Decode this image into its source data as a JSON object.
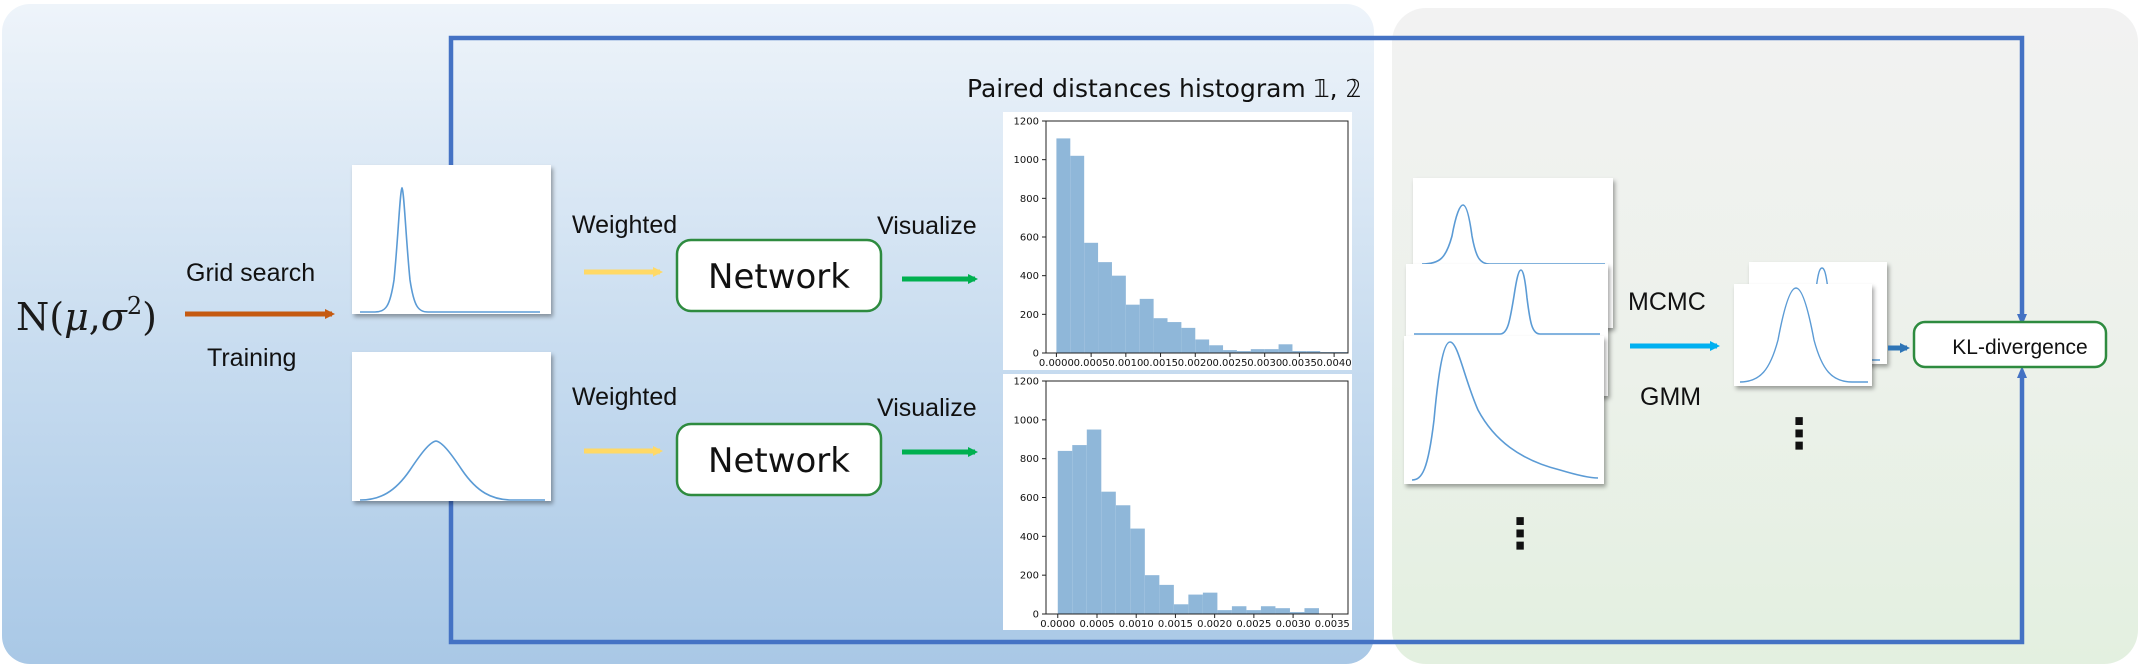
{
  "left_panel": {
    "input_distribution": "N(μ,σ²)",
    "input_parts": {
      "prefix": "N(",
      "mu": "μ",
      "comma": ",",
      "sigma": "σ",
      "exponent": "2",
      "suffix": ")"
    },
    "grid_search_label": "Grid search",
    "training_label": "Training",
    "weighted_label_1": "Weighted",
    "weighted_label_2": "Weighted",
    "network_label_1": "Network",
    "network_label_2": "Network",
    "visualize_label_1": "Visualize",
    "visualize_label_2": "Visualize",
    "histogram_title": "Paired distances histogram 𝟙, 𝟚"
  },
  "right_panel": {
    "mcmc_label": "MCMC",
    "gmm_label": "GMM",
    "kl_label": "KL-divergence",
    "ellipsis_left": "⋮",
    "ellipsis_right": "⋮"
  },
  "colors": {
    "left_bg_top": "#eef4fa",
    "left_bg_bottom": "#aecbe8",
    "right_bg_top": "#f2f2f2",
    "right_bg_bottom": "#e6f1e4",
    "loop_line": "#4472c4",
    "arrow_orange": "#c55a11",
    "arrow_yellow": "#ffd966",
    "arrow_green": "#00b050",
    "arrow_cyan": "#00b0f0",
    "arrow_blue": "#2e75b6",
    "network_border": "#2e8b3f",
    "curve": "#5b9bd5",
    "hist_fill": "#8fb7d9"
  },
  "chart_data": [
    {
      "type": "bar",
      "title": "",
      "xlabel": "",
      "ylabel": "",
      "x_ticks": [
        "0.0000",
        "0.0005",
        "0.0010",
        "0.0015",
        "0.0020",
        "0.0025",
        "0.0030",
        "0.0035",
        "0.0040"
      ],
      "y_ticks": [
        "0",
        "200",
        "400",
        "600",
        "800",
        "1000",
        "1200"
      ],
      "xlim": [
        -0.00015,
        0.0042
      ],
      "ylim": [
        0,
        1200
      ],
      "bin_width": 0.0002,
      "bin_start": 0.0,
      "values": [
        1110,
        1020,
        570,
        470,
        400,
        250,
        280,
        180,
        160,
        130,
        70,
        40,
        15,
        10,
        20,
        20,
        45,
        10,
        10,
        5,
        5
      ],
      "grid": false
    },
    {
      "type": "bar",
      "title": "",
      "xlabel": "",
      "ylabel": "",
      "x_ticks": [
        "0.0000",
        "0.0005",
        "0.0010",
        "0.0015",
        "0.0020",
        "0.0025",
        "0.0030",
        "0.0035"
      ],
      "y_ticks": [
        "0",
        "200",
        "400",
        "600",
        "800",
        "1000",
        "1200"
      ],
      "xlim": [
        -0.00015,
        0.0037
      ],
      "ylim": [
        0,
        1200
      ],
      "bin_width": 0.000185,
      "bin_start": 0.0,
      "values": [
        840,
        870,
        950,
        630,
        560,
        440,
        200,
        150,
        50,
        100,
        110,
        20,
        40,
        20,
        40,
        30,
        10,
        30
      ],
      "grid": false
    }
  ]
}
